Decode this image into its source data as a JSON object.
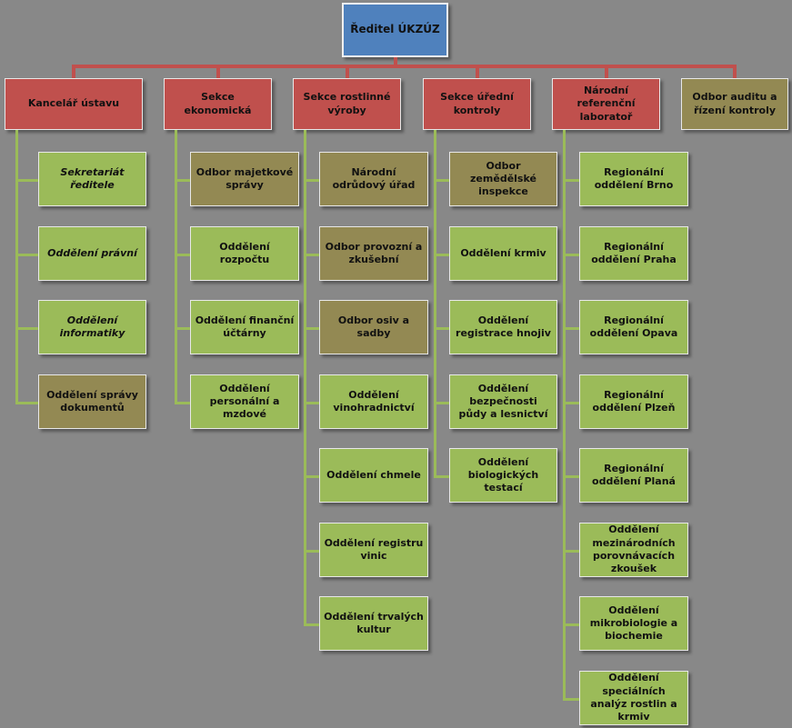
{
  "director": {
    "label": "Ředitel  ÚKZÚZ",
    "color": "#4f81bd"
  },
  "colors": {
    "section": "#c0504d",
    "olive": "#938953",
    "green": "#9bbb59",
    "background": "#888888"
  },
  "sections": [
    {
      "label": "Kancelář ústavu",
      "color": "section",
      "children": [
        {
          "label": "Sekretariát ředitele",
          "color": "green",
          "italic": true
        },
        {
          "label": "Oddělení právní",
          "color": "green",
          "italic": true
        },
        {
          "label": "Oddělení informatiky",
          "color": "green",
          "italic": true
        },
        {
          "label": "Oddělení správy dokumentů",
          "color": "olive"
        }
      ]
    },
    {
      "label": "Sekce ekonomická",
      "color": "section",
      "children": [
        {
          "label": "Odbor majetkové správy",
          "color": "olive"
        },
        {
          "label": "Oddělení rozpočtu",
          "color": "green"
        },
        {
          "label": "Oddělení finanční účtárny",
          "color": "green"
        },
        {
          "label": "Oddělení personální a mzdové",
          "color": "green"
        }
      ]
    },
    {
      "label": "Sekce rostlinné výroby",
      "color": "section",
      "children": [
        {
          "label": "Národní odrůdový úřad",
          "color": "olive"
        },
        {
          "label": "Odbor provozní a zkušební",
          "color": "olive"
        },
        {
          "label": "Odbor osiv a sadby",
          "color": "olive"
        },
        {
          "label": "Oddělení vinohradnictví",
          "color": "green"
        },
        {
          "label": "Oddělení chmele",
          "color": "green"
        },
        {
          "label": "Oddělení registru vinic",
          "color": "green"
        },
        {
          "label": "Oddělení trvalých kultur",
          "color": "green"
        }
      ]
    },
    {
      "label": "Sekce úřední kontroly",
      "color": "section",
      "children": [
        {
          "label": "Odbor zemědělské inspekce",
          "color": "olive"
        },
        {
          "label": "Oddělení krmiv",
          "color": "green"
        },
        {
          "label": "Oddělení registrace hnojiv",
          "color": "green"
        },
        {
          "label": "Oddělení bezpečnosti půdy a lesnictví",
          "color": "green"
        },
        {
          "label": "Oddělení biologických testací",
          "color": "green"
        }
      ]
    },
    {
      "label": "Národní referenční laboratoř",
      "color": "section",
      "children": [
        {
          "label": "Regionální oddělení Brno",
          "color": "green"
        },
        {
          "label": "Regionální oddělení Praha",
          "color": "green"
        },
        {
          "label": "Regionální oddělení Opava",
          "color": "green"
        },
        {
          "label": "Regionální oddělení Plzeň",
          "color": "green"
        },
        {
          "label": "Regionální oddělení Planá",
          "color": "green"
        },
        {
          "label": "Oddělení mezinárodních porovnávacích zkoušek",
          "color": "green"
        },
        {
          "label": "Oddělení mikrobiologie a biochemie",
          "color": "green"
        },
        {
          "label": "Oddělení speciálních analýz rostlin a krmiv",
          "color": "green"
        }
      ]
    },
    {
      "label": "Odbor auditu a řízení kontroly",
      "color": "olive",
      "children": []
    }
  ]
}
